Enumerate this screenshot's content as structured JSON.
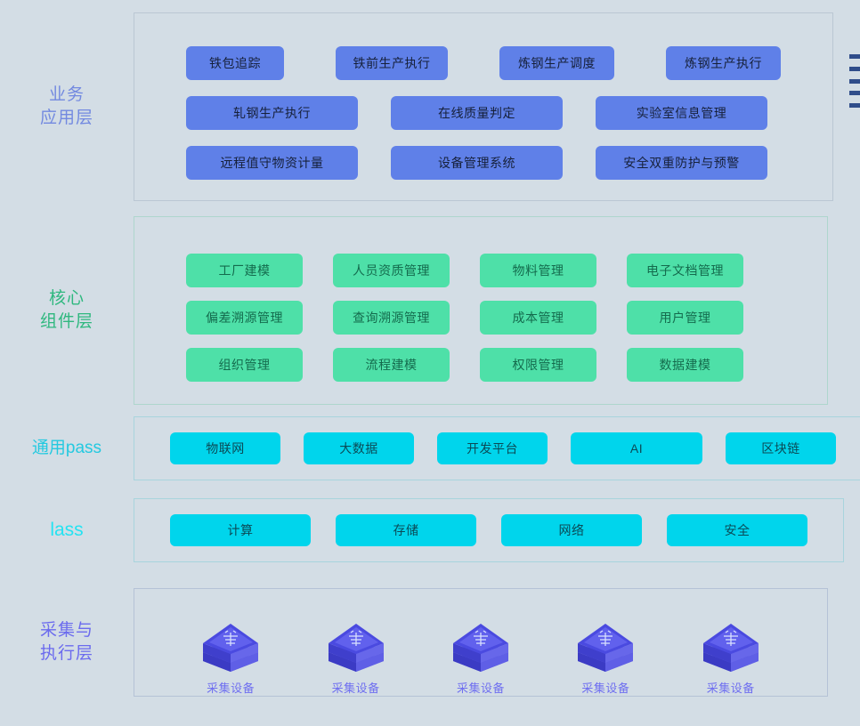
{
  "colors": {
    "page_background": "#d3dde5",
    "business_accent": "#5f80e8",
    "core_accent": "#4ee0a8",
    "pass_accent": "#00d5ec",
    "iaas_accent": "#00d5ec",
    "device_accent": "#6b6bee"
  },
  "layers": [
    {
      "id": "business",
      "label": "业务\n应用层",
      "rows": [
        [
          {
            "label": "铁包追踪",
            "width": 110
          },
          {
            "label": "铁前生产执行",
            "width": 126
          },
          {
            "label": "炼钢生产调度",
            "width": 129
          },
          {
            "label": "炼钢生产执行",
            "width": 129
          }
        ],
        [
          {
            "label": "轧钢生产执行",
            "width": 193
          },
          {
            "label": "在线质量判定",
            "width": 193
          },
          {
            "label": "实验室信息管理",
            "width": 193
          }
        ],
        [
          {
            "label": "远程值守物资计量",
            "width": 193
          },
          {
            "label": "设备管理系统",
            "width": 193
          },
          {
            "label": "安全双重防护与预警",
            "width": 193
          }
        ]
      ]
    },
    {
      "id": "core",
      "label": "核心\n组件层",
      "rows": [
        [
          {
            "label": "工厂建模"
          },
          {
            "label": "人员资质管理"
          },
          {
            "label": "物料管理"
          },
          {
            "label": "电子文档管理"
          }
        ],
        [
          {
            "label": "偏差溯源管理"
          },
          {
            "label": "查询溯源管理"
          },
          {
            "label": "成本管理"
          },
          {
            "label": "用户管理"
          }
        ],
        [
          {
            "label": "组织管理"
          },
          {
            "label": "流程建模"
          },
          {
            "label": "权限管理"
          },
          {
            "label": "数据建模"
          }
        ]
      ]
    },
    {
      "id": "pass",
      "label": "通用pass",
      "rows": [
        [
          {
            "label": "物联网",
            "width": 124
          },
          {
            "label": "大数据",
            "width": 124
          },
          {
            "label": "开发平台",
            "width": 124
          },
          {
            "label": "AI",
            "width": 148
          },
          {
            "label": "区块链",
            "width": 124
          }
        ]
      ]
    },
    {
      "id": "iaas",
      "label": "lass",
      "rows": [
        [
          {
            "label": "计算",
            "width": 158
          },
          {
            "label": "存储",
            "width": 158
          },
          {
            "label": "网络",
            "width": 158
          },
          {
            "label": "安全",
            "width": 158
          }
        ]
      ]
    },
    {
      "id": "device",
      "label": "采集与\n执行层",
      "devices": [
        {
          "label": "采集设备",
          "icon": "collection-device-icon"
        },
        {
          "label": "采集设备",
          "icon": "collection-device-icon"
        },
        {
          "label": "采集设备",
          "icon": "collection-device-icon"
        },
        {
          "label": "采集设备",
          "icon": "collection-device-icon"
        },
        {
          "label": "采集设备",
          "icon": "collection-device-icon"
        }
      ]
    }
  ],
  "edge_markers": {
    "count": 5,
    "color": "#2f4d8a"
  }
}
